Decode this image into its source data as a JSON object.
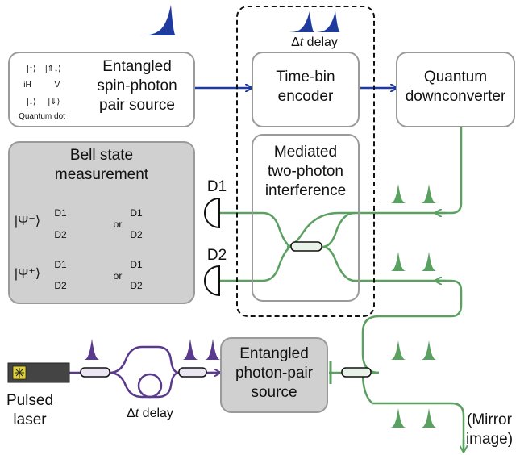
{
  "colors": {
    "blue": "#1f3b9e",
    "green": "#5aa060",
    "purple": "#5a3a8c",
    "box_border": "#9a9a9a",
    "grey_fill": "#d0d0d0",
    "laser_body": "#444444",
    "laser_window": "#e0d23a"
  },
  "icons": [
    "pulse-icon",
    "detector-icon",
    "beam-splitter-icon",
    "fiber-loop-icon",
    "laser-icon",
    "energy-level-icon",
    "arrow-icon"
  ],
  "labels": {
    "source_line1": "Entangled",
    "source_line2": "spin-photon",
    "source_line3": "pair source",
    "quantum_dot": "Quantum dot",
    "qd_up1": "|↑⟩",
    "qd_up2": "|⇑↓⟩",
    "qd_ih": "iH",
    "qd_v": "V",
    "qd_d1": "|↓⟩",
    "qd_d2": "|⇓⟩",
    "delay_top_delta": "Δ",
    "delay_top_t": "t",
    "delay_top_text": " delay",
    "encoder_line1": "Time-bin",
    "encoder_line2": "encoder",
    "downconverter_line1": "Quantum",
    "downconverter_line2": "downconverter",
    "mediated_line1": "Mediated",
    "mediated_line2": "two-photon",
    "mediated_line3": "interference",
    "bsm_line1": "Bell state",
    "bsm_line2": "measurement",
    "psi_minus": "|Ψ⁻⟩",
    "psi_plus": "|Ψ⁺⟩",
    "d1": "D1",
    "d2": "D2",
    "or": "or",
    "det_d1": "D1",
    "det_d2": "D2",
    "laser_line1": "Pulsed",
    "laser_line2": "laser",
    "delay_bottom_delta": "Δ",
    "delay_bottom_t": "t",
    "delay_bottom_text": " delay",
    "pair_source_line1": "Entangled",
    "pair_source_line2": "photon-pair",
    "pair_source_line3": "source",
    "mirror_line1": "(Mirror",
    "mirror_line2": "image)"
  }
}
